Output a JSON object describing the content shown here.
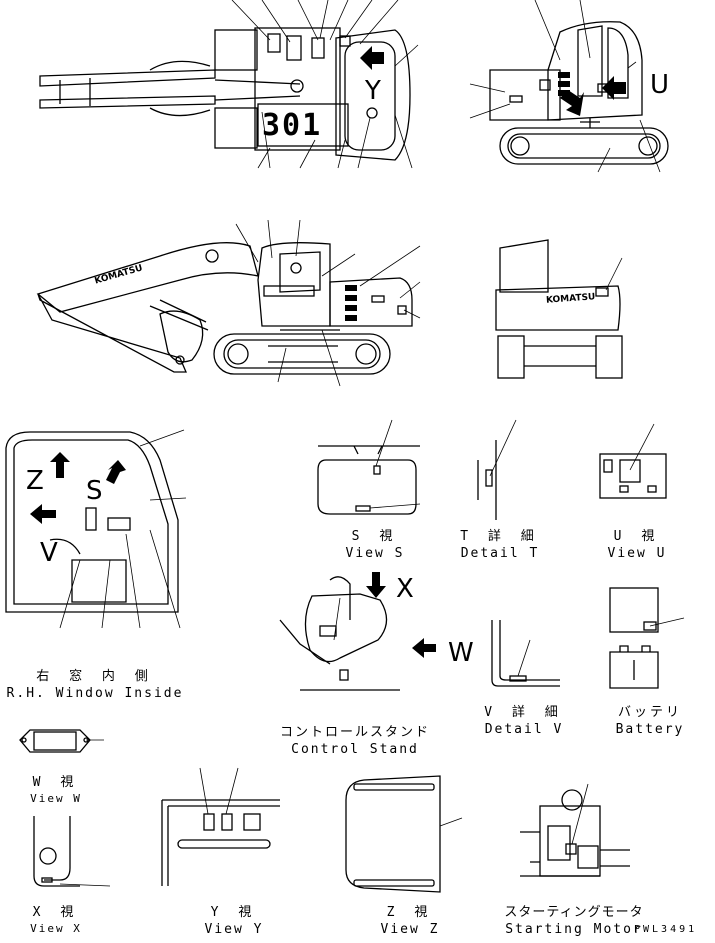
{
  "captions": {
    "view_s": {
      "jp": "S 視",
      "en": "View S"
    },
    "detail_t": {
      "jp": "T 詳 細",
      "en": "Detail T"
    },
    "view_u": {
      "jp": "U 視",
      "en": "View U"
    },
    "rh_window": {
      "jp": "右 窓 内 側",
      "en": "R.H. Window Inside"
    },
    "control_stand": {
      "jp": "コントロールスタンド",
      "en": "Control Stand"
    },
    "detail_v": {
      "jp": "V 詳 細",
      "en": "Detail V"
    },
    "battery": {
      "jp": "バッテリ",
      "en": "Battery"
    },
    "view_w": {
      "jp": "W 視",
      "en": "View W"
    },
    "view_x": {
      "jp": "X 視",
      "en": "View X"
    },
    "view_y": {
      "jp": "Y 視",
      "en": "View Y"
    },
    "view_z": {
      "jp": "Z 視",
      "en": "View Z"
    },
    "starting_motor": {
      "jp": "スターティングモータ",
      "en": "Starting Motor"
    }
  },
  "view_letters": {
    "top_y": "Y",
    "side_u": "U",
    "cab_z": "Z",
    "cab_s": "S",
    "cab_v": "V",
    "stand_x": "X",
    "stand_w": "W"
  },
  "brand_text": "KOMATSU",
  "top_view_number": "301",
  "drawing_code": "PWL3491"
}
